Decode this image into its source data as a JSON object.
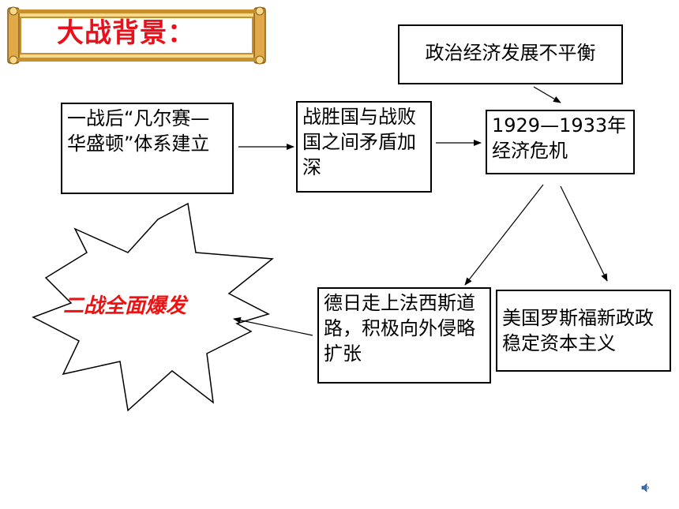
{
  "title": "大战背景：",
  "boxes": {
    "versailles": "一战后“凡尔赛—华盛顿”体系建立",
    "conflict": "战胜国与战败国之间矛盾加深",
    "imbalance": "政治经济发展不平衡",
    "crisis": "1929—1933年经济危机",
    "fascism": "德日走上法西斯道路，积极向外侵略扩张",
    "usa": "美国罗斯福新政政稳定资本主义"
  },
  "burst_label": "二战全面爆发",
  "colors": {
    "title_red": "#e8101a",
    "burst_red": "#ee1111",
    "frame_gold": "#c8902c",
    "frame_light": "#f6d98a"
  },
  "icons": {
    "speaker": "speaker-icon"
  }
}
